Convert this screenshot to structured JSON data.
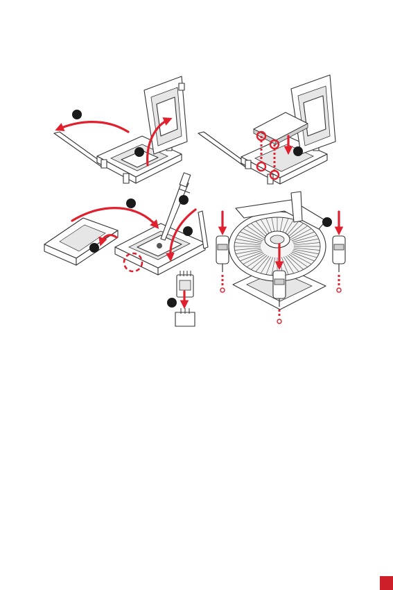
{
  "document": {
    "type": "installation-illustration",
    "panels": [
      {
        "id": "open-socket-lever-and-cover",
        "steps": 2
      },
      {
        "id": "insert-cpu-align-notches",
        "steps": 1
      },
      {
        "id": "apply-thermal-paste-close-lever",
        "steps": 4
      },
      {
        "id": "mount-cpu-cooler-push-pins",
        "steps": 1
      }
    ],
    "accent_color": "#e0202e",
    "line_color": "#333333",
    "icons": [
      "step-badge",
      "red-arrow",
      "alignment-circle",
      "push-pin",
      "fan-connector"
    ]
  }
}
